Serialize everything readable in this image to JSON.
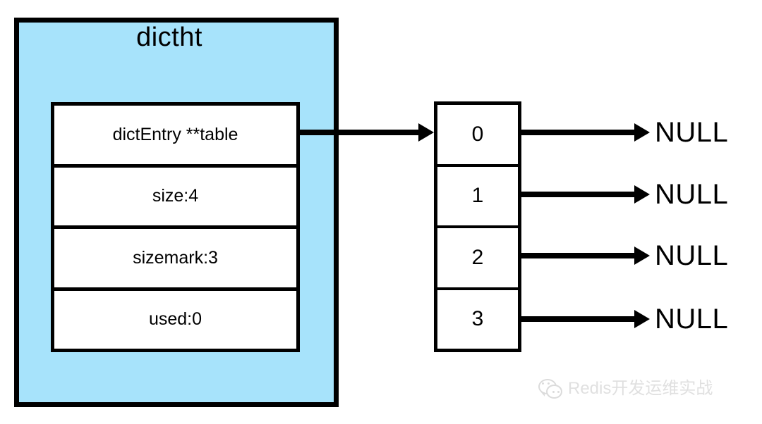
{
  "diagram": {
    "title": "dictht",
    "struct": {
      "name": "dictht",
      "fields": [
        {
          "label": "dictEntry **table"
        },
        {
          "label": "size:4"
        },
        {
          "label": "sizemark:3"
        },
        {
          "label": "used:0"
        }
      ]
    },
    "bucket_array": {
      "size": 4,
      "cells": [
        {
          "index": "0",
          "value": "NULL"
        },
        {
          "index": "1",
          "value": "NULL"
        },
        {
          "index": "2",
          "value": "NULL"
        },
        {
          "index": "3",
          "value": "NULL"
        }
      ]
    },
    "colors": {
      "panel_fill": "#A7E3FB",
      "stroke": "#000000",
      "cell_fill": "#FFFFFF",
      "watermark": "#9A9A9A"
    }
  },
  "watermark": {
    "icon": "wechat-icon",
    "text": "Redis开发运维实战"
  }
}
